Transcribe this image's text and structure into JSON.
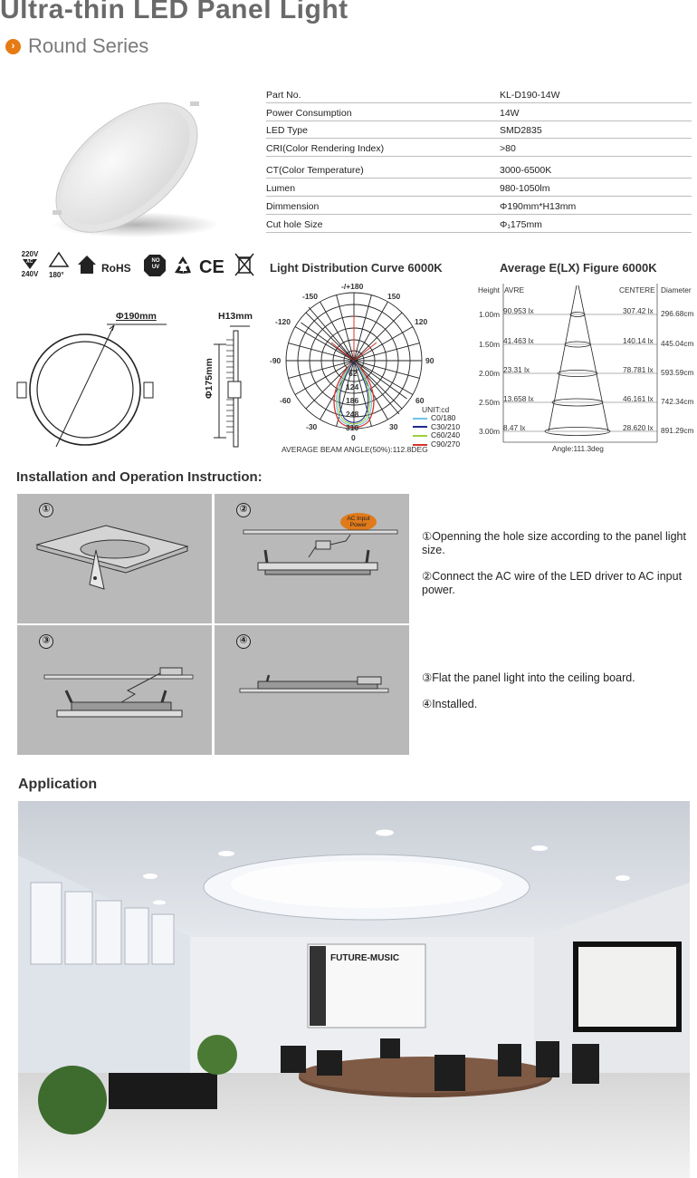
{
  "header": {
    "title": "Ultra-thin LED Panel Light",
    "subtitle": "Round Series",
    "bullet": "›"
  },
  "specs": [
    {
      "label": "Part No.",
      "value": "KL-D190-14W"
    },
    {
      "label": "Power Consumption",
      "value": "14W"
    },
    {
      "label": "LED Type",
      "value": "SMD2835"
    },
    {
      "label": "CRI(Color Rendering Index)",
      "value": ">80"
    },
    {
      "label": "CT(Color Temperature)",
      "value": "3000-6500K"
    },
    {
      "label": "Lumen",
      "value": "980-1050lm"
    },
    {
      "label": "Dimmension",
      "value": "Φ190mm*H13mm"
    },
    {
      "label": "Cut hole Size",
      "value": "Φ₁175mm"
    }
  ],
  "certs": {
    "voltage_top": "220V",
    "voltage_ac": "AC",
    "voltage_bottom": "240V",
    "angle": "180°",
    "rohs": "RoHS",
    "no_uv": "NO UV",
    "ce": "CE"
  },
  "dimensions": {
    "diameter": "Φ190mm",
    "height": "H13mm",
    "cut": "Φ175mm"
  },
  "polar": {
    "title": "Light Distribution Curve 6000K",
    "angles": {
      "top": "-/+180",
      "tl150": "-150",
      "tr150": "150",
      "l120": "-120",
      "r120": "120",
      "l90": "-90",
      "r90": "90",
      "l60": "-60",
      "r60": "60",
      "l30": "-30",
      "r30": "30",
      "bottom": "0"
    },
    "radial": [
      "0",
      "62",
      "124",
      "186",
      "248",
      "310"
    ],
    "unit": "UNIT:cd",
    "legend": [
      {
        "name": "C0/180",
        "color": "#6fc3e8"
      },
      {
        "name": "C30/210",
        "color": "#1f2a8a"
      },
      {
        "name": "C60/240",
        "color": "#9bd13a"
      },
      {
        "name": "C90/270",
        "color": "#d8332b"
      }
    ],
    "beam": "AVERAGE BEAM ANGLE(50%):112.8DEG"
  },
  "illum": {
    "title": "Average E(LX) Figure 6000K",
    "h_height": "Height",
    "h_avre": "AVRE",
    "h_centere": "CENTERE",
    "h_diameter": "Diameter",
    "rows": [
      {
        "height": "1.00m",
        "avre": "90.953 lx",
        "centre": "307.42 lx",
        "diameter": "296.68cm"
      },
      {
        "height": "1.50m",
        "avre": "41.463 lx",
        "centre": "140.14 lx",
        "diameter": "445.04cm"
      },
      {
        "height": "2.00m",
        "avre": "23.31 lx",
        "centre": "78.781 lx",
        "diameter": "593.59cm"
      },
      {
        "height": "2.50m",
        "avre": "13.658 lx",
        "centre": "46.161 lx",
        "diameter": "742.34cm"
      },
      {
        "height": "3.00m",
        "avre": "8.47 lx",
        "centre": "28.620 lx",
        "diameter": "891.29cm"
      }
    ],
    "angle": "Angle:111.3deg"
  },
  "install": {
    "title": "Installation and Operation Instruction:",
    "panel_nums": [
      "①",
      "②",
      "③",
      "④"
    ],
    "ac_label_1": "AC Input",
    "ac_label_2": "Power",
    "steps": [
      "①Openning the hole size according to the panel light size.",
      "②Connect the AC wire of the LED driver to AC input power.",
      "③Flat the panel light into the ceiling board.",
      "④Installed."
    ]
  },
  "application": {
    "title": "Application",
    "sign_text": "FUTURE-MUSIC"
  }
}
